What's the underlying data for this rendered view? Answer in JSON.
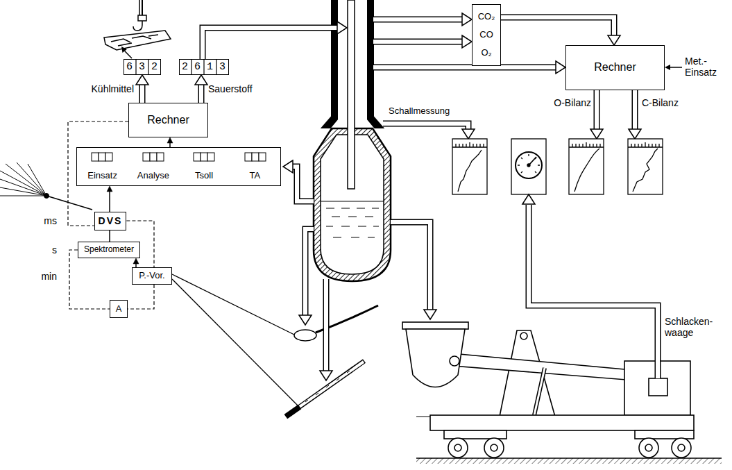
{
  "diagram": {
    "nodes": [
      {
        "text": [
          "632"
        ]
      },
      {
        "text": [
          "2613"
        ]
      },
      {
        "text": [
          "CO₂",
          "CO",
          "O₂"
        ]
      },
      {
        "text": [
          "Rechner"
        ]
      },
      {
        "text": [
          "Einsatz",
          "Analyse",
          "Tsoll",
          "TA"
        ]
      },
      {
        "text": [
          "DVS"
        ]
      },
      {
        "text": [
          "Spektrometer"
        ]
      },
      {
        "text": [
          "P.-Vor."
        ]
      },
      {
        "text": [
          "A"
        ]
      },
      {
        "text": [
          "Rechner"
        ]
      }
    ],
    "edges": [
      {
        "from": 3,
        "to": 0,
        "arrow": "to"
      },
      {
        "from": 3,
        "to": 1,
        "arrow": "to"
      },
      {
        "from": 4,
        "to": 3,
        "arrow": "to"
      },
      {
        "from": 5,
        "to": 4,
        "arrow": "to"
      },
      {
        "from": 6,
        "to": 5,
        "arrow": "none"
      },
      {
        "from": 7,
        "to": 6,
        "arrow": "to"
      },
      {
        "from": 3,
        "to": 5,
        "arrow": "none"
      },
      {
        "from": 5,
        "to": 7,
        "arrow": "none"
      },
      {
        "from": 7,
        "to": 8,
        "arrow": "none"
      },
      {
        "from": 6,
        "to": 8,
        "arrow": "none"
      },
      {
        "from": 2,
        "to": 9,
        "arrow": "to"
      }
    ],
    "labels": [
      "Kühlmittel",
      "Sauerstoff",
      "ms",
      "s",
      "min",
      "Schallmessung",
      "Met.- Einsatz",
      "O-Bilanz",
      "C-Bilanz",
      "Schlacken- waage"
    ]
  }
}
